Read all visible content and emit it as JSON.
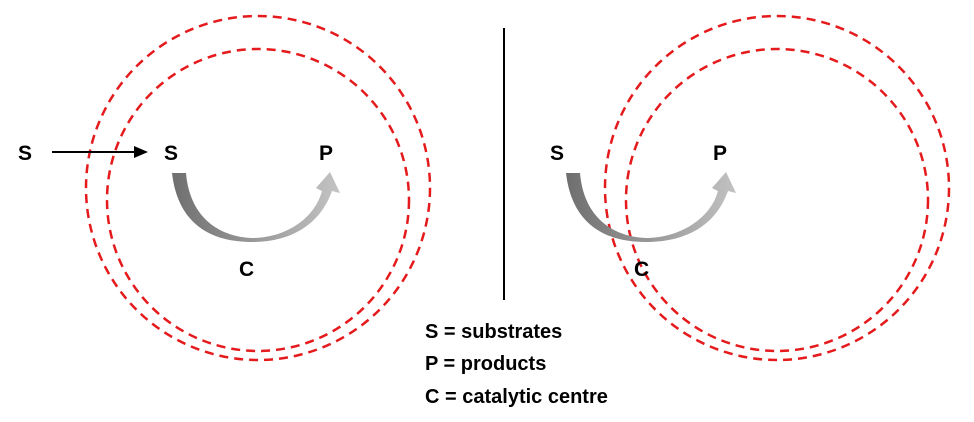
{
  "colors": {
    "membrane": "#e41a1c",
    "arrow_dark": "#6e6e6e",
    "arrow_light": "#bfbfbf",
    "text": "#000000",
    "divider": "#000000"
  },
  "left_panel": {
    "external_substrate_label": "S",
    "substrate_label": "S",
    "product_label": "P",
    "centre_label": "C"
  },
  "right_panel": {
    "substrate_label": "S",
    "product_label": "P",
    "centre_label": "C"
  },
  "legend": {
    "items": [
      "S = substrates",
      "P = products",
      "C = catalytic centre"
    ]
  }
}
